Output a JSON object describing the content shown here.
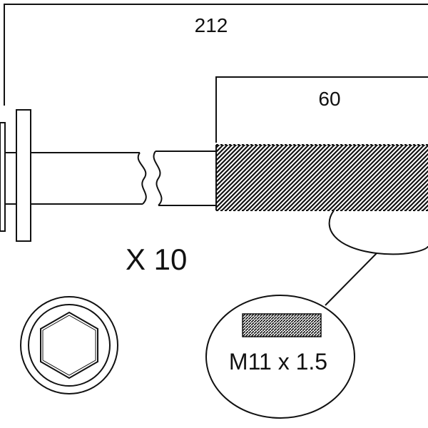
{
  "diagram": {
    "dimension_overall": "212",
    "dimension_thread": "60",
    "quantity": "X 10",
    "thread_spec": "M11 x 1.5"
  },
  "icons": {
    "head_end_view": "hex-socket-head-icon",
    "thread_detail": "thread-detail-icon"
  },
  "colors": {
    "line": "#111111",
    "background": "#ffffff"
  }
}
